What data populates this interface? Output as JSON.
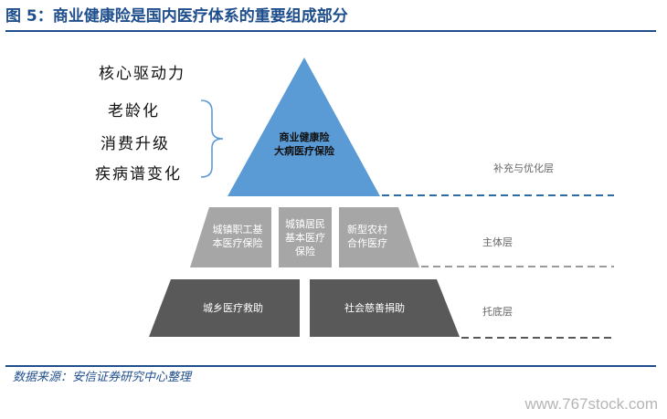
{
  "title": "图 5：商业健康险是国内医疗体系的重要组成部分",
  "drivers": {
    "heading": "核心驱动力",
    "items": [
      "老龄化",
      "消费升级",
      "疾病谱变化"
    ]
  },
  "layers": {
    "top": {
      "box": "商业健康险\n大病医疗保险",
      "label": "补充与优化层"
    },
    "middle": {
      "boxes": [
        "城镇职工基\n本医疗保险",
        "城镇居民\n基本医疗\n保险",
        "新型农村\n合作医疗"
      ],
      "label": "主体层"
    },
    "bottom": {
      "boxes": [
        "城乡医疗救助",
        "社会慈善捐助"
      ],
      "label": "托底层"
    }
  },
  "source": "数据来源：安信证券研究中心整理",
  "watermark": "www.767stock.com",
  "colors": {
    "title": "#1f4e8c",
    "top_layer": "#5b9bd5",
    "middle_layer": "#a6a6a6",
    "bottom_layer": "#595959",
    "dash_blue": "#2e6da4",
    "dash_gray": "#9a9a9a"
  }
}
